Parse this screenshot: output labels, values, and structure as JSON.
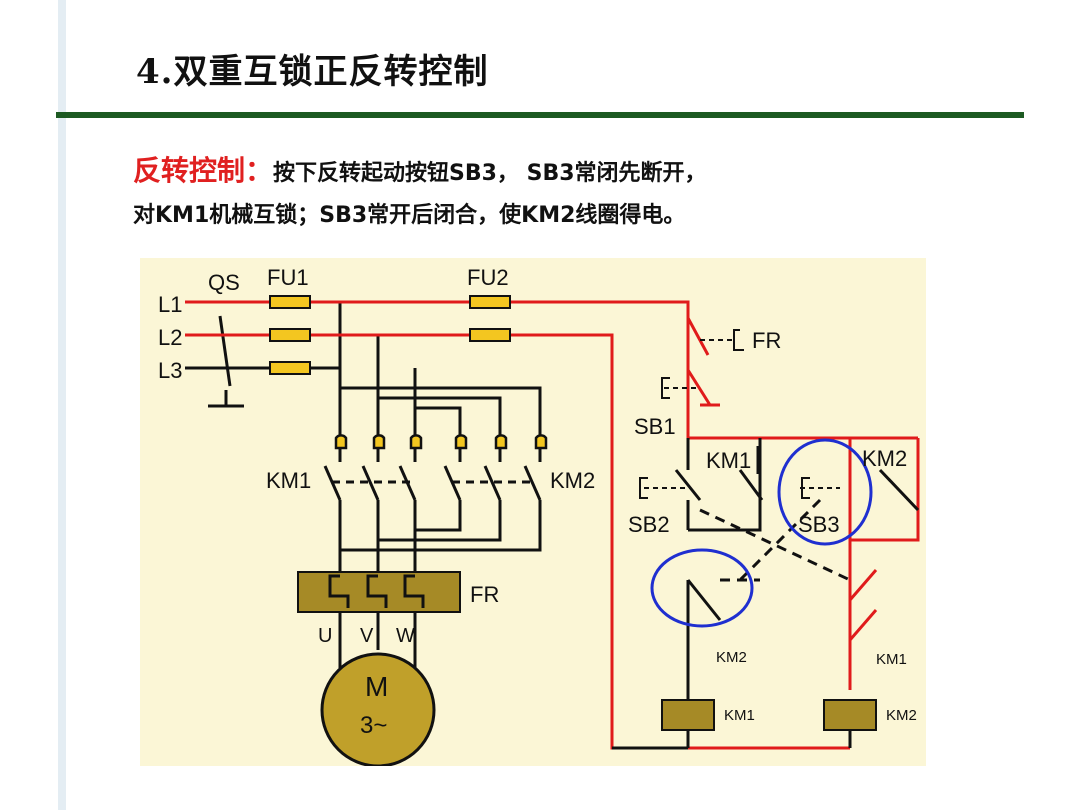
{
  "slide": {
    "title": "4.双重互锁正反转控制",
    "label": "反转控制：",
    "line1": "按下反转起动按钮SB3， SB3常闭先断开，",
    "line2": "对KM1机械互锁；SB3常开后闭合，使KM2线圈得电。"
  },
  "diagram": {
    "lines": {
      "l1": "L1",
      "l2": "L2",
      "l3": "L3"
    },
    "qs": "QS",
    "fu1": "FU1",
    "fu2": "FU2",
    "km1": "KM1",
    "km2": "KM2",
    "fr": "FR",
    "u": "U",
    "v": "V",
    "w": "W",
    "motor": "M",
    "motor_sub": "3~",
    "sb1": "SB1",
    "sb2": "SB2",
    "sb3": "SB3",
    "colors": {
      "energized": "#e01b1b",
      "wire": "#111111",
      "highlight": "#1f2fd0",
      "fill": "#a68a26"
    }
  }
}
